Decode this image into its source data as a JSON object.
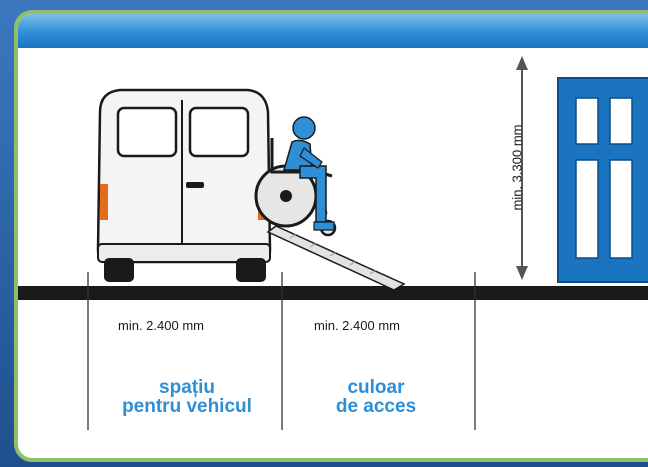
{
  "dimensions": {
    "vehicle_width": "min. 2.400 mm",
    "access_width": "min. 2.400 mm",
    "clear_height": "min. 3.300 mm"
  },
  "zones": {
    "vehicle_line1": "spațiu",
    "vehicle_line2": "pentru vehicul",
    "access_line1": "culoar",
    "access_line2": "de acces"
  },
  "colors": {
    "accent": "#2e8fd6",
    "frame_border": "#8fbf6a",
    "building": "#1b74c0",
    "ground": "#1a1a1a"
  }
}
